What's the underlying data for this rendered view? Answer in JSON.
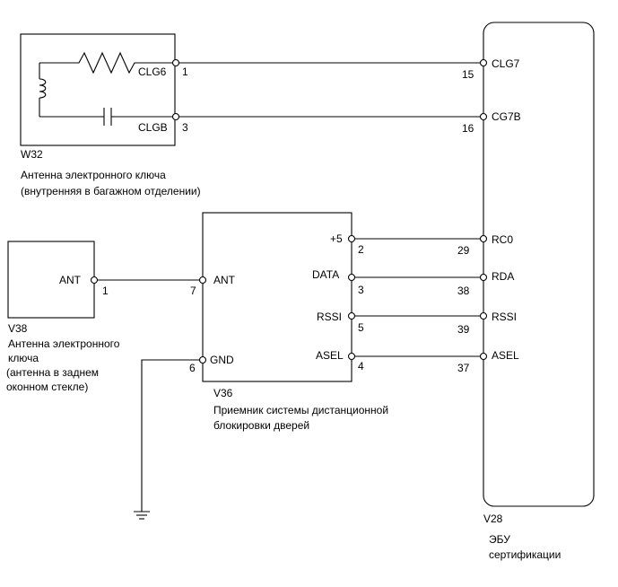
{
  "w32": {
    "id": "W32",
    "desc1": "Антенна электронного ключа",
    "desc2": "(внутренняя в багажном отделении)",
    "pin1_sig": "CLG6",
    "pin1_num": "1",
    "pin3_sig": "CLGB",
    "pin3_num": "3"
  },
  "v28": {
    "id": "V28",
    "desc1": "ЭБУ",
    "desc2": "сертификации",
    "pins": [
      {
        "num": "15",
        "sig": "CLG7"
      },
      {
        "num": "16",
        "sig": "CG7B"
      },
      {
        "num": "29",
        "sig": "RC0"
      },
      {
        "num": "38",
        "sig": "RDA"
      },
      {
        "num": "39",
        "sig": "RSSI"
      },
      {
        "num": "37",
        "sig": "ASEL"
      }
    ]
  },
  "v36": {
    "id": "V36",
    "desc1": "Приемник системы дистанционной",
    "desc2": "блокировки дверей",
    "left_pins": [
      {
        "num": "7",
        "sig": "ANT"
      },
      {
        "num": "6",
        "sig": "GND"
      }
    ],
    "right_pins": [
      {
        "num": "2",
        "sig": "+5"
      },
      {
        "num": "3",
        "sig": "DATA"
      },
      {
        "num": "5",
        "sig": "RSSI"
      },
      {
        "num": "4",
        "sig": "ASEL"
      }
    ]
  },
  "v38": {
    "id": "V38",
    "desc1": "Антенна электронного",
    "desc2": "ключа",
    "desc3": "(антенна в заднем",
    "desc4": "оконном стекле)",
    "pin_sig": "ANT",
    "pin_num": "1"
  }
}
